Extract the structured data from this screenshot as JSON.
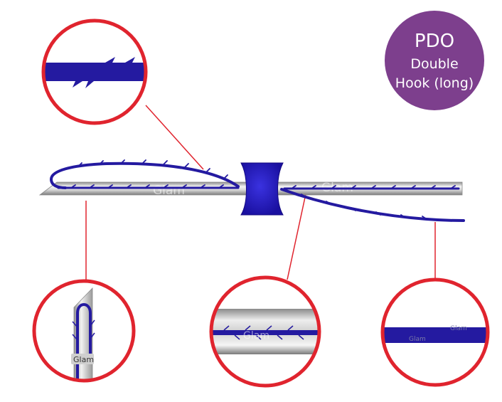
{
  "badge": {
    "line1": "PDO",
    "line2": "Double",
    "line3": "Hook (long)",
    "color": "#7d3f8d"
  },
  "watermark": "Glam",
  "colors": {
    "thread": "#241aa0",
    "ring": "#e0242e",
    "needle_light": "#f2f2f2",
    "needle_dark": "#8c8c8c",
    "hub": "#2418c8"
  },
  "icons": {
    "barb": "barb-icon"
  }
}
